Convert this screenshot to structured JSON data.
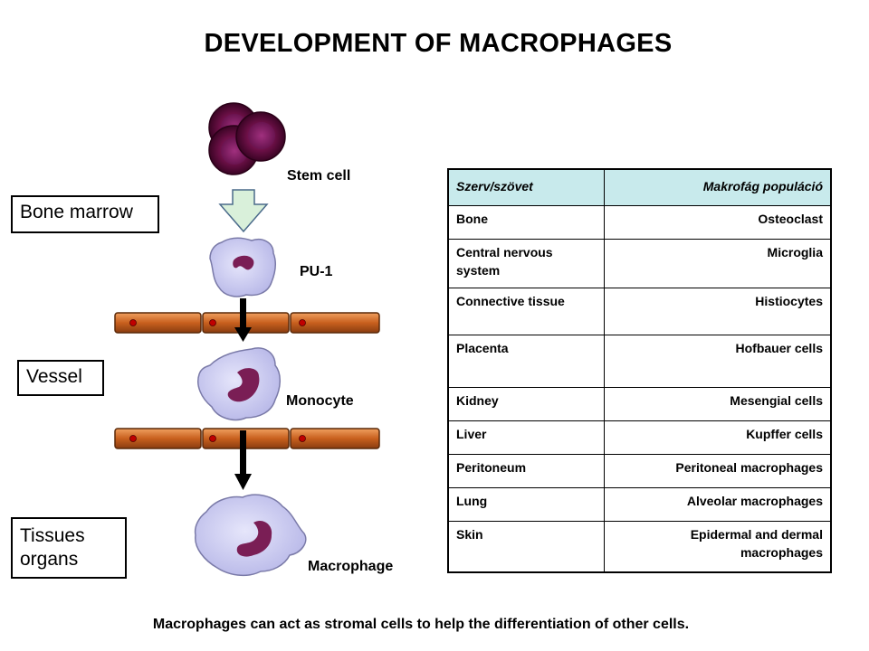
{
  "title": "DEVELOPMENT OF MACROPHAGES",
  "regions": {
    "bone_marrow": "Bone marrow",
    "vessel": "Vessel",
    "tissues": "Tissues organs"
  },
  "stages": {
    "stem_cell": "Stem cell",
    "pu1": "PU-1",
    "monocyte": "Monocyte",
    "macrophage": "Macrophage"
  },
  "table": {
    "headers": [
      "Szerv/szövet",
      "Makrofág populáció"
    ],
    "rows": [
      [
        "Bone",
        "Osteoclast"
      ],
      [
        "Central nervous system",
        "Microglia"
      ],
      [
        "Connective tissue",
        "Histiocytes"
      ],
      [
        "Placenta",
        "Hofbauer cells"
      ],
      [
        "Kidney",
        "Mesengial cells"
      ],
      [
        "Liver",
        "Kupffer cells"
      ],
      [
        "Peritoneum",
        "Peritoneal macrophages"
      ],
      [
        "Lung",
        "Alveolar macrophages"
      ],
      [
        "Skin",
        "Epidermal and dermal macrophages"
      ]
    ]
  },
  "footer": "Macrophages can act as stromal cells to help the differentiation of other cells.",
  "colors": {
    "header_fill": "#c8eaec",
    "cell_fill": "#c6c6ee",
    "nucleus": "#7a1e55",
    "stem_cell": "#6e1048",
    "vessel": "#c8601e",
    "arrow_fill": "#d9f0da"
  }
}
